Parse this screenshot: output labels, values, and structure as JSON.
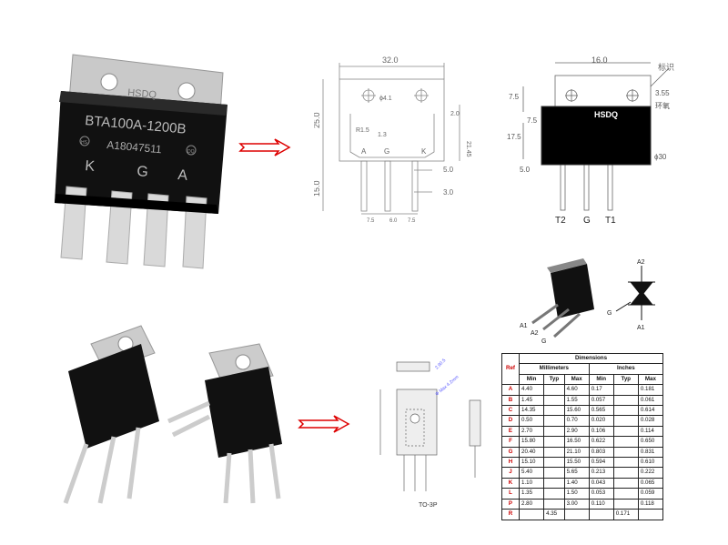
{
  "top": {
    "photo": {
      "brand": "HSDQ",
      "part": "BTA100A-1200B",
      "code": "A18047511",
      "pins": [
        "K",
        "G",
        "A"
      ],
      "badge_left": "HS",
      "badge_right": "DQ"
    },
    "front_drawing": {
      "width": "32.0",
      "hole": "ϕ4.1",
      "height": "25.0",
      "radius": "R1.5",
      "pin_w": "1.3",
      "tab_w": "2.0",
      "side_h": "21.45",
      "lead_len": "15.0",
      "lead_d": "5.0",
      "lead_w": "3.0",
      "pitch": [
        "7.5",
        "6.0",
        "7.5"
      ],
      "pins": [
        "A",
        "G",
        "K"
      ]
    },
    "side_drawing": {
      "width": "16.0",
      "marking": "标识",
      "brand": "HSDQ",
      "top": "7.5",
      "top_r": "3.55",
      "epoxy": "环氧",
      "inner": "7.5",
      "height": "17.5",
      "dia": "ϕ30",
      "lead": "5.0",
      "pins": [
        "T2",
        "G",
        "T1"
      ]
    }
  },
  "bottom": {
    "symbol": {
      "pins_pkg": [
        "A1",
        "A2",
        "G"
      ],
      "pins_sym": [
        "A2",
        "G",
        "A1"
      ]
    },
    "drawing": {
      "package": "TO-3P",
      "hole_label": "Φ Max 4.2mm",
      "slot": "2.90.5"
    },
    "dims_table": {
      "title": "Dimensions",
      "ref_header": "Ref",
      "mm_header": "Millimeters",
      "in_header": "Inches",
      "sub": [
        "Min",
        "Typ",
        "Max",
        "Min",
        "Typ",
        "Max"
      ],
      "rows": [
        [
          "A",
          "4.40",
          "",
          "4.60",
          "0.17",
          "",
          "0.181"
        ],
        [
          "B",
          "1.45",
          "",
          "1.55",
          "0.057",
          "",
          "0.061"
        ],
        [
          "C",
          "14.35",
          "",
          "15.60",
          "0.565",
          "",
          "0.614"
        ],
        [
          "D",
          "0.50",
          "",
          "0.70",
          "0.020",
          "",
          "0.028"
        ],
        [
          "E",
          "2.70",
          "",
          "2.90",
          "0.106",
          "",
          "0.114"
        ],
        [
          "F",
          "15.80",
          "",
          "16.50",
          "0.622",
          "",
          "0.650"
        ],
        [
          "G",
          "20.40",
          "",
          "21.10",
          "0.803",
          "",
          "0.831"
        ],
        [
          "H",
          "15.10",
          "",
          "15.50",
          "0.594",
          "",
          "0.610"
        ],
        [
          "J",
          "5.40",
          "",
          "5.65",
          "0.213",
          "",
          "0.222"
        ],
        [
          "K",
          "1.10",
          "",
          "1.40",
          "0.043",
          "",
          "0.065"
        ],
        [
          "L",
          "1.35",
          "",
          "1.50",
          "0.053",
          "",
          "0.059"
        ],
        [
          "P",
          "2.80",
          "",
          "3.00",
          "0.110",
          "",
          "0.118"
        ],
        [
          "R",
          "",
          "4.35",
          "",
          "",
          "0.171",
          ""
        ]
      ]
    }
  }
}
